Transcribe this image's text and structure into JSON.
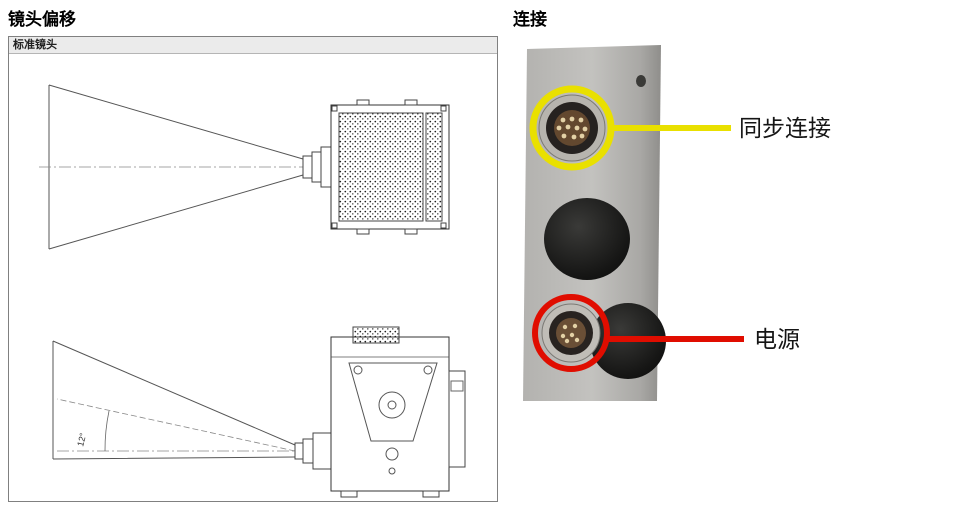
{
  "lens_shift": {
    "title": "镜头偏移",
    "drawing_label": "标准镜头",
    "angle_label": "12°"
  },
  "connection": {
    "title": "连接",
    "sync_label": "同步连接",
    "power_label": "电源",
    "sync_color": "#e9e000",
    "power_color": "#e00d00"
  }
}
